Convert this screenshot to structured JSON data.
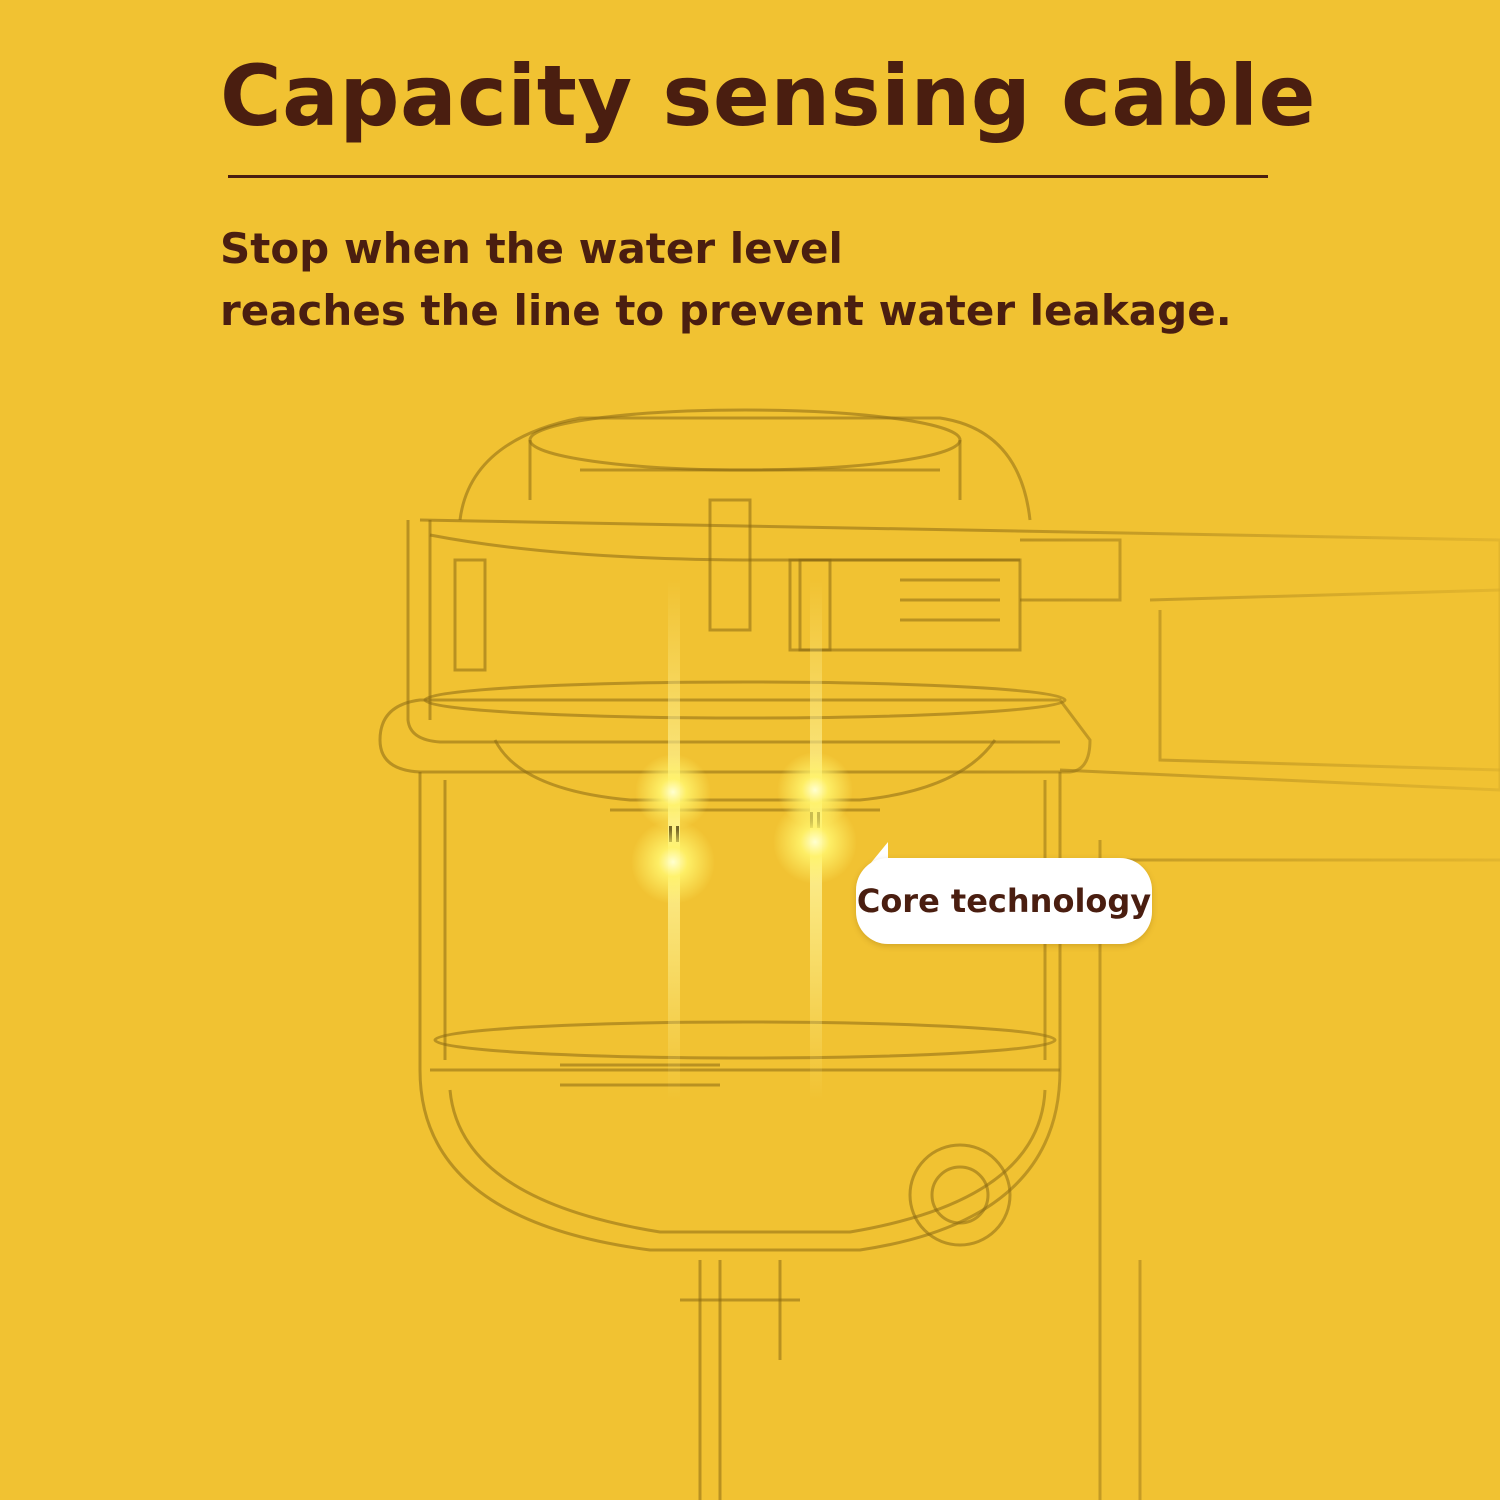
{
  "header": {
    "title": "Capacity sensing cable",
    "subtitle_line1": "Stop when the water level",
    "subtitle_line2": "reaches the line to prevent water leakage."
  },
  "callout": {
    "label": "Core technology"
  },
  "illustration": {
    "subject": "transparent-water-fountain-icon"
  },
  "colors": {
    "background": "#f1c232",
    "text": "#4a1e10",
    "glow": "#fff36b"
  }
}
